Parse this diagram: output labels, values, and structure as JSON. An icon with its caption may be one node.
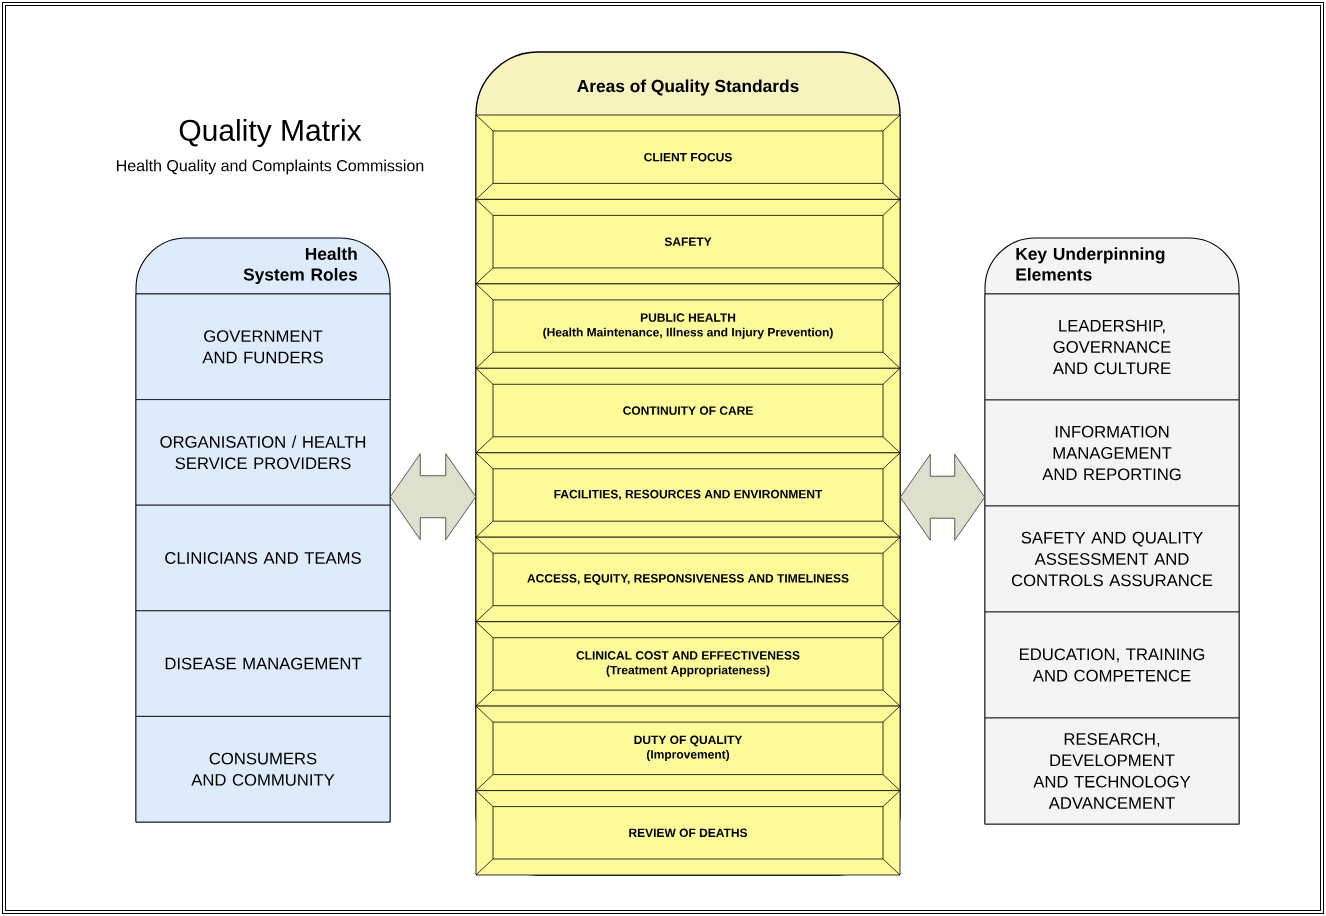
{
  "diagram": {
    "title": "Quality Matrix",
    "nodes": [
      {
        "text": [
          "Health System Roles"
        ]
      },
      {
        "text": [
          "GOVERNMENT AND FUNDERS"
        ],
        "in": 0
      },
      {
        "text": [
          "ORGANISATION / HEALTH SERVICE PROVIDERS"
        ],
        "in": 0
      },
      {
        "text": [
          "CLINICIANS AND TEAMS"
        ],
        "in": 0
      },
      {
        "text": [
          "DISEASE MANAGEMENT"
        ],
        "in": 0
      },
      {
        "text": [
          "CONSUMERS AND COMMUNITY"
        ],
        "in": 0
      },
      {
        "text": [
          "Areas of Quality Standards"
        ]
      },
      {
        "text": [
          "CLIENT FOCUS"
        ],
        "in": 6
      },
      {
        "text": [
          "SAFETY"
        ],
        "in": 6
      },
      {
        "text": [
          "PUBLIC HEALTH",
          "(Health Maintenance, Illness and Injury Prevention)"
        ],
        "in": 6
      },
      {
        "text": [
          "CONTINUITY OF CARE"
        ],
        "in": 6
      },
      {
        "text": [
          "FACILITIES, RESOURCES AND ENVIRONMENT"
        ],
        "in": 6
      },
      {
        "text": [
          "ACCESS, EQUITY, RESPONSIVENESS AND TIMELINESS"
        ],
        "in": 6
      },
      {
        "text": [
          "CLINICAL COST AND EFFECTIVENESS",
          "(Treatment Appropriateness)"
        ],
        "in": 6
      },
      {
        "text": [
          "DUTY OF QUALITY",
          "(Improvement)"
        ],
        "in": 6
      },
      {
        "text": [
          "REVIEW OF DEATHS"
        ],
        "in": 6
      },
      {
        "text": [
          "Key Underpinning Elements"
        ]
      },
      {
        "text": [
          "LEADERSHIP, GOVERNANCE AND CULTURE"
        ],
        "in": 16
      },
      {
        "text": [
          "INFORMATION MANAGEMENT AND REPORTING"
        ],
        "in": 16
      },
      {
        "text": [
          "SAFETY AND QUALITY ASSESSMENT AND CONTROLS ASSURANCE"
        ],
        "in": 16
      },
      {
        "text": [
          "EDUCATION, TRAINING AND COMPETENCE"
        ],
        "in": 16
      },
      {
        "text": [
          "RESEARCH, DEVELOPMENT AND TECHNOLOGY ADVANCEMENT"
        ],
        "in": 16
      }
    ],
    "edges": [
      {
        "from": 0,
        "to": 6,
        "arrow": "both"
      },
      {
        "from": 6,
        "to": 16,
        "arrow": "both"
      }
    ],
    "labels": [
      "Health Quality and Complaints Commission"
    ]
  }
}
